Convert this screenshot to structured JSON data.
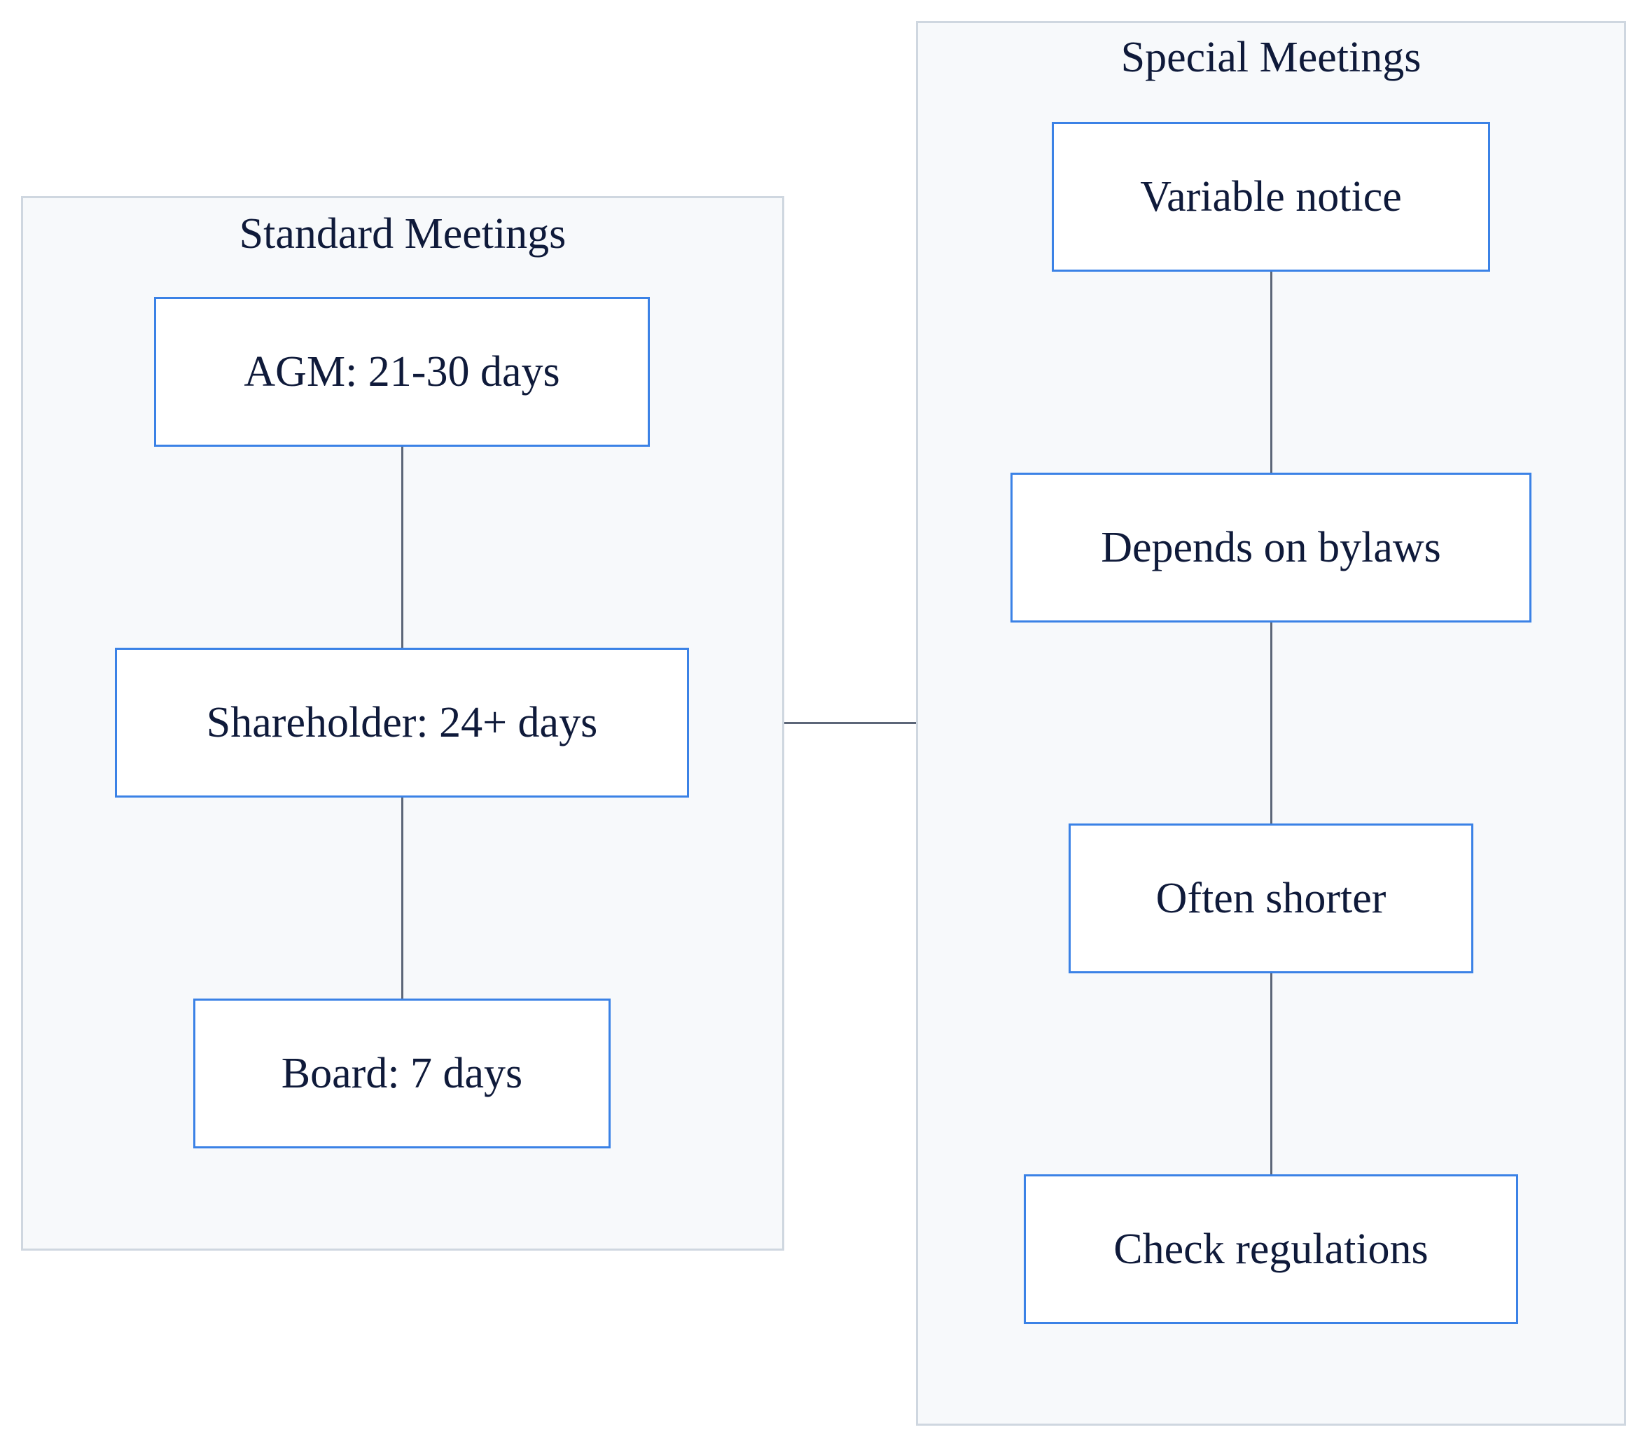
{
  "clusters": {
    "standard": {
      "title": "Standard Meetings"
    },
    "special": {
      "title": "Special Meetings"
    }
  },
  "nodes": {
    "agm": "AGM: 21-30 days",
    "shareholder": "Shareholder: 24+ days",
    "board": "Board: 7 days",
    "variable": "Variable notice",
    "bylaws": "Depends on bylaws",
    "shorter": "Often shorter",
    "regulations": "Check regulations"
  },
  "colors": {
    "node_border": "#3b82e6",
    "cluster_fill": "#f7f9fb",
    "cluster_border": "#cfd7e0",
    "edge": "#5c6678",
    "text": "#0f1a3a"
  }
}
